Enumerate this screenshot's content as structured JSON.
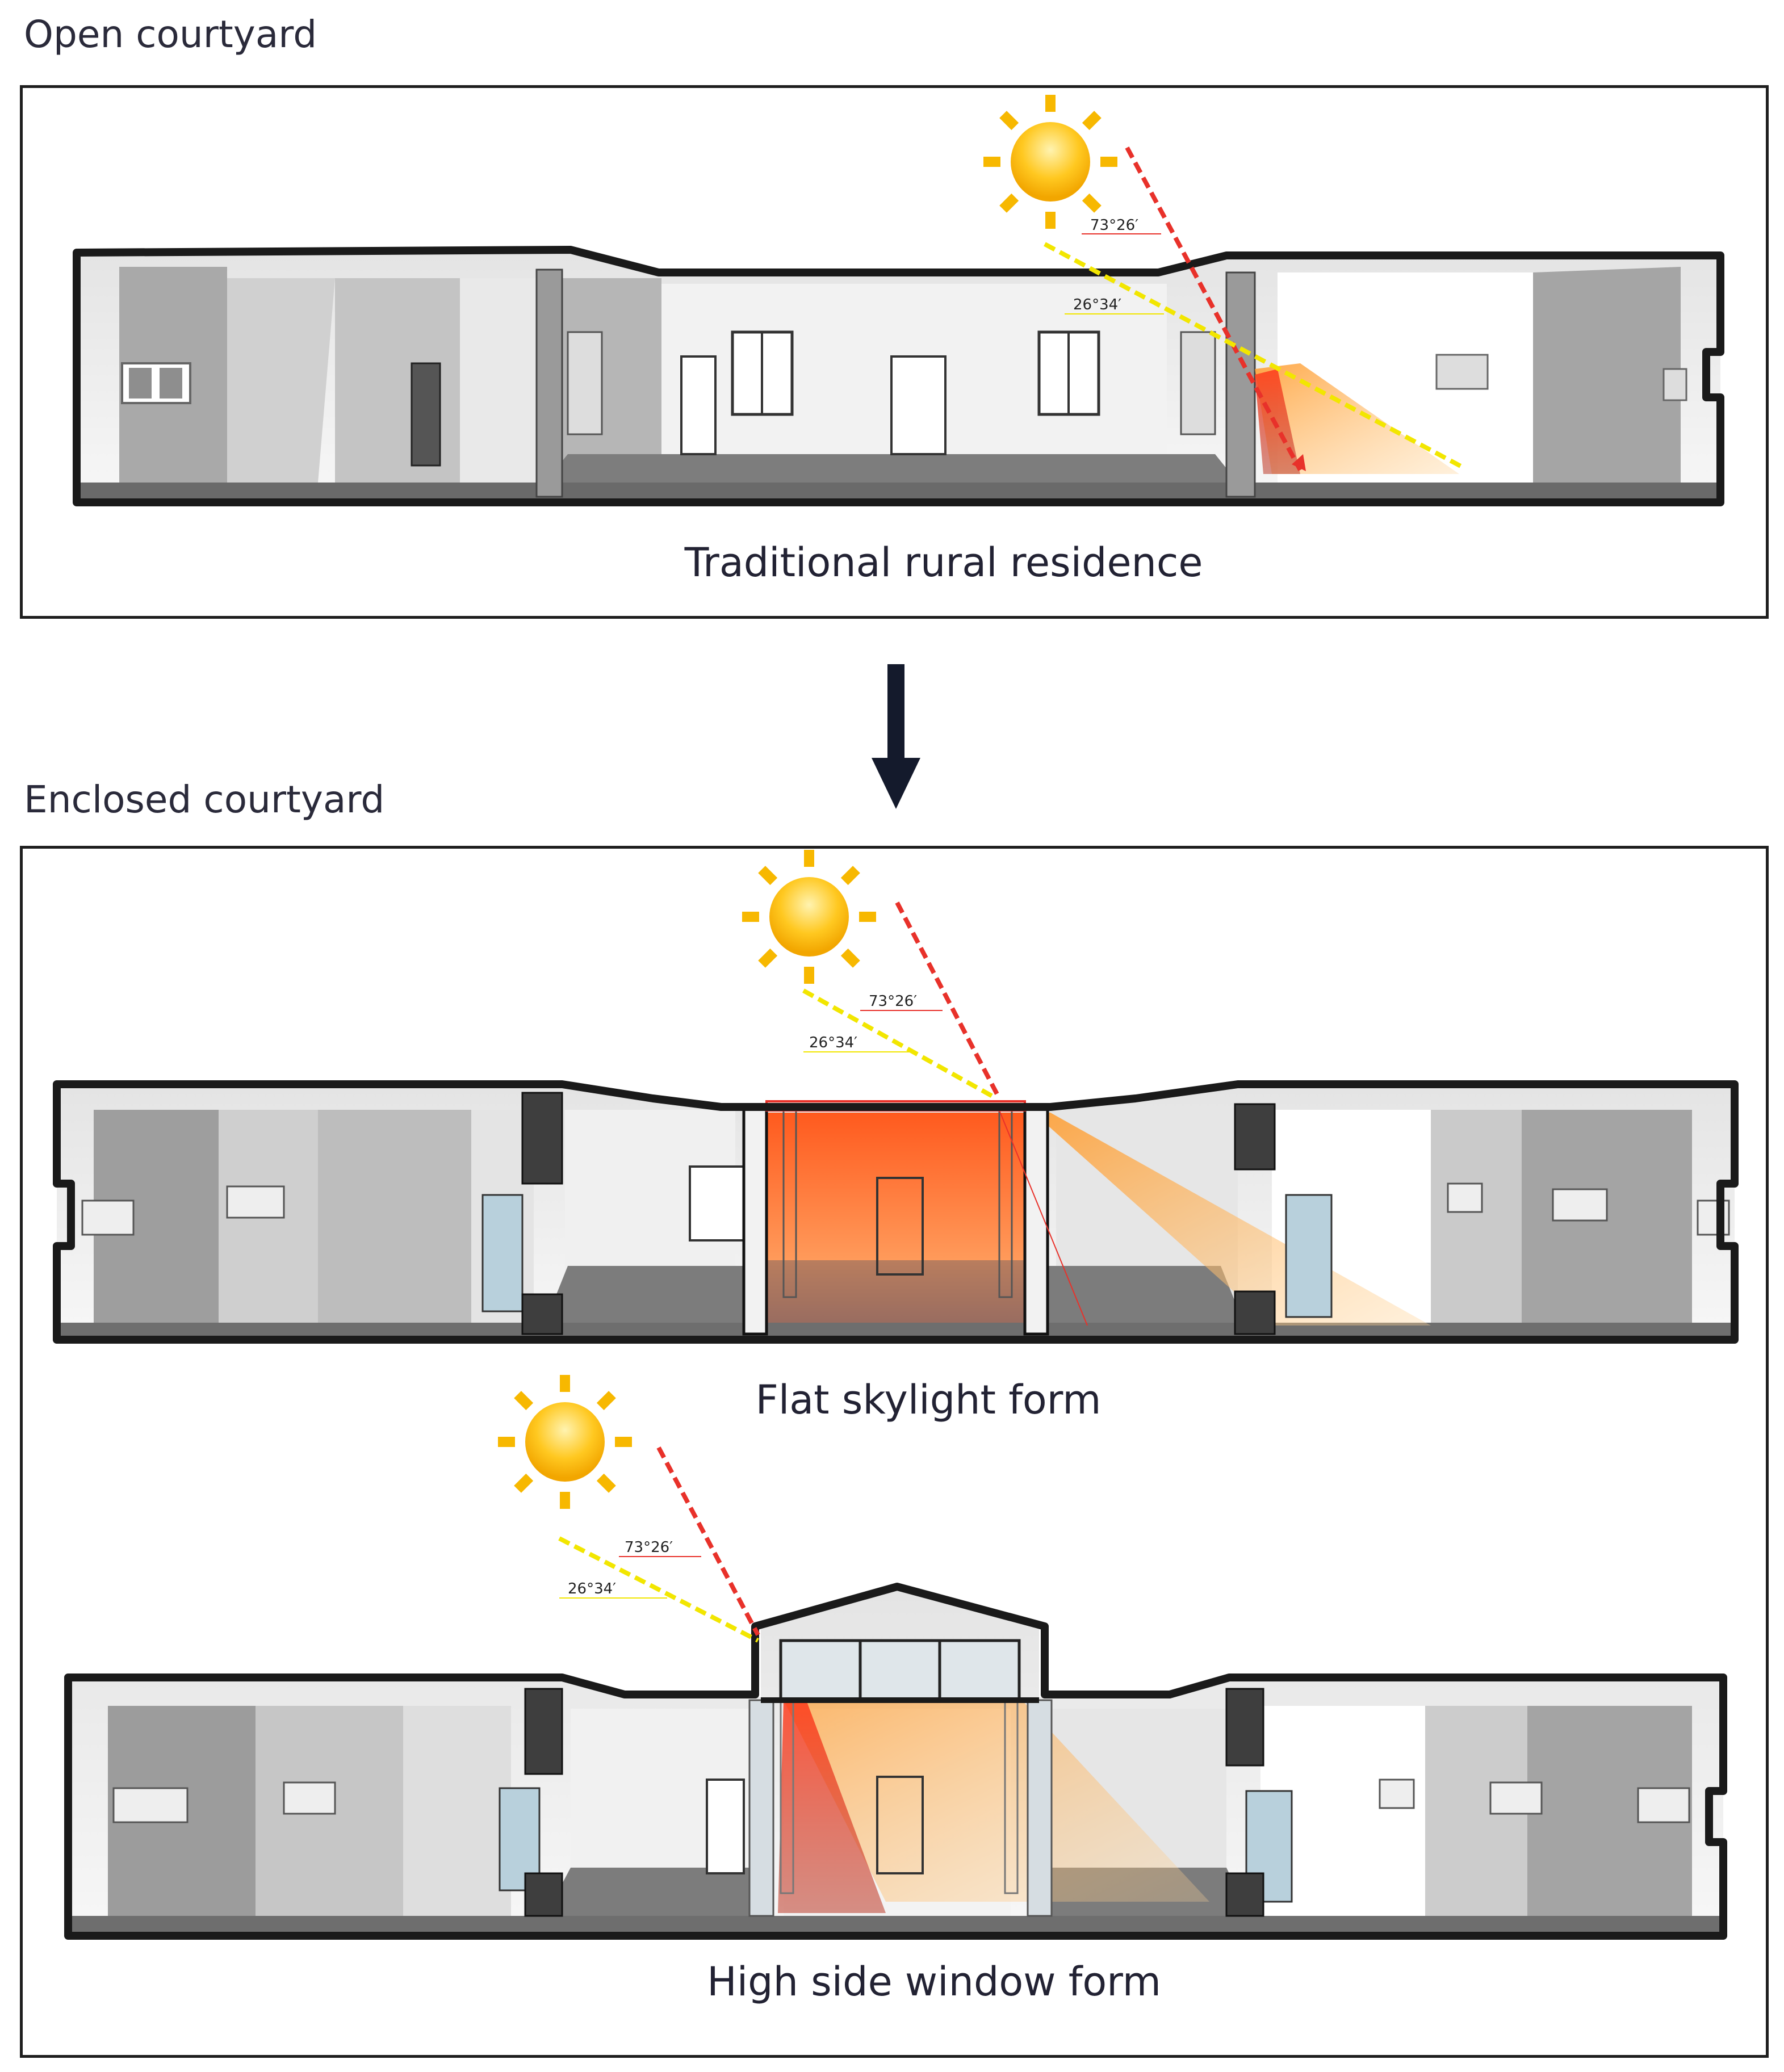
{
  "sections": {
    "top": {
      "heading": "Open courtyard",
      "caption": "Traditional rural residence"
    },
    "bottom": {
      "heading": "Enclosed courtyard",
      "flat_caption": "Flat skylight form",
      "high_caption": "High side window form"
    }
  },
  "angles": {
    "summer": "73°26′",
    "winter": "26°34′"
  },
  "colors": {
    "summer_ray": "#e8312a",
    "winter_ray": "#f2e600",
    "sun": "#f7b800",
    "wall": "#1a1a1a",
    "frame": "#1e1e1e",
    "arrow": "#141a2c"
  }
}
